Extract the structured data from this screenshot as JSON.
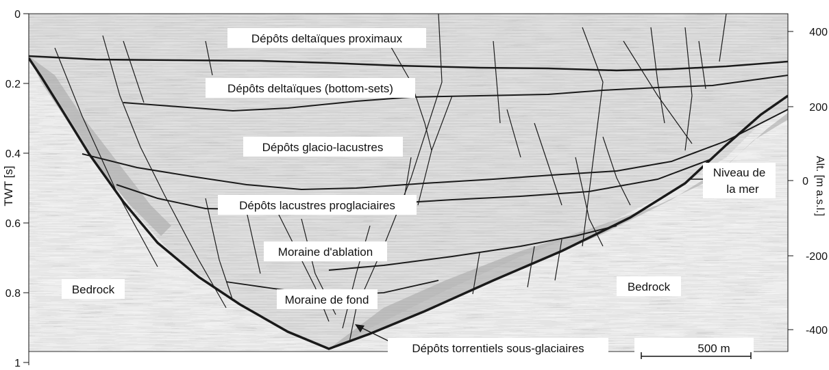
{
  "left_axis": {
    "title": "TWT [s]",
    "ticks": [
      "0",
      "0.2",
      "0.4",
      "0.6",
      "0.8",
      "1"
    ]
  },
  "right_axis": {
    "title": "Alt. [m a.s.l.]",
    "ticks": [
      "400",
      "200",
      "0",
      "-200",
      "-400"
    ]
  },
  "labels": {
    "deltaic_proximal": "Dépôts deltaïques proximaux",
    "deltaic_bottomsets": "Dépôts deltaïques (bottom-sets)",
    "glaciolacustrine": "Dépôts glacio-lacustres",
    "proglacial_lacustrine": "Dépôts lacustres proglaciaires",
    "ablation_moraine": "Moraine d'ablation",
    "ground_moraine": "Moraine de fond",
    "subglacial_torrential": "Dépôts torrentiels sous-glaciaires",
    "bedrock_left": "Bedrock",
    "bedrock_right": "Bedrock",
    "sea_level_1": "Niveau de",
    "sea_level_2": "la mer"
  },
  "scale_bar": {
    "label": "500 m"
  },
  "colors": {
    "background": "#d2d2d2",
    "noise_dark": "#9e9e9e",
    "noise_light": "#f4f4f4",
    "fill_shade": "#b4b4b4",
    "reflector": "#1a1a1a",
    "box": "#ffffff"
  }
}
